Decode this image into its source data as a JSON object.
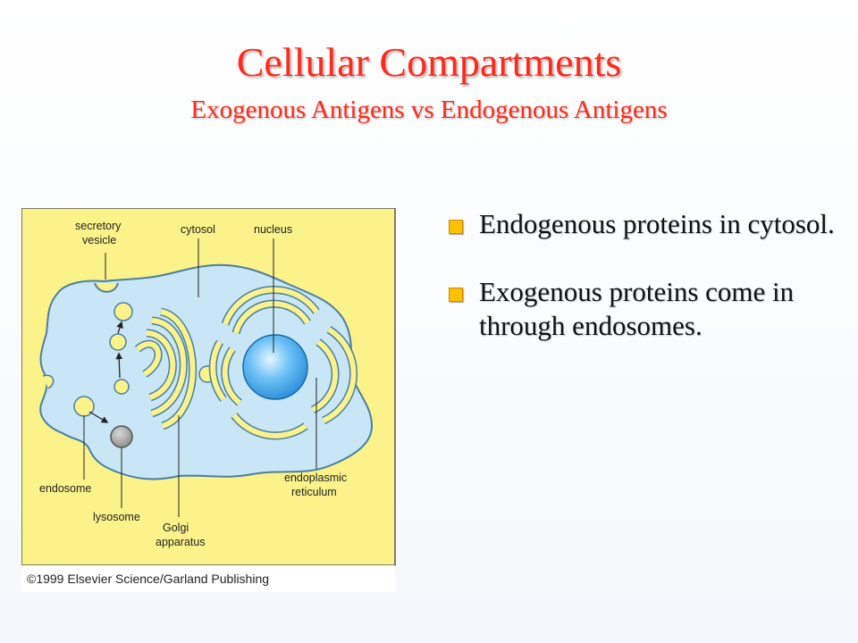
{
  "slide": {
    "title": "Cellular Compartments",
    "subtitle": "Exogenous Antigens vs Endogenous Antigens"
  },
  "figure": {
    "labels": {
      "secretory_vesicle_1": "secretory",
      "secretory_vesicle_2": "vesicle",
      "cytosol": "cytosol",
      "nucleus": "nucleus",
      "endosome": "endosome",
      "lysosome": "lysosome",
      "golgi_1": "Golgi",
      "golgi_2": "apparatus",
      "er_1": "endoplasmic",
      "er_2": "reticulum"
    },
    "credit": "©1999 Elsevier Science/Garland Publishing",
    "colors": {
      "background": "#fbf28a",
      "cytoplasm": "#c8e6f6",
      "membrane": "#4a7fa0",
      "organelle": "#fbf28a",
      "nucleus": "#39a8ee",
      "lysosome": "#a8a8a8"
    }
  },
  "bullets": [
    {
      "text": "Endogenous proteins in cytosol."
    },
    {
      "text": "Exogenous proteins come in through endosomes."
    }
  ],
  "colors": {
    "title": "#ff2a1a",
    "bullet_marker": "#ffc000"
  }
}
